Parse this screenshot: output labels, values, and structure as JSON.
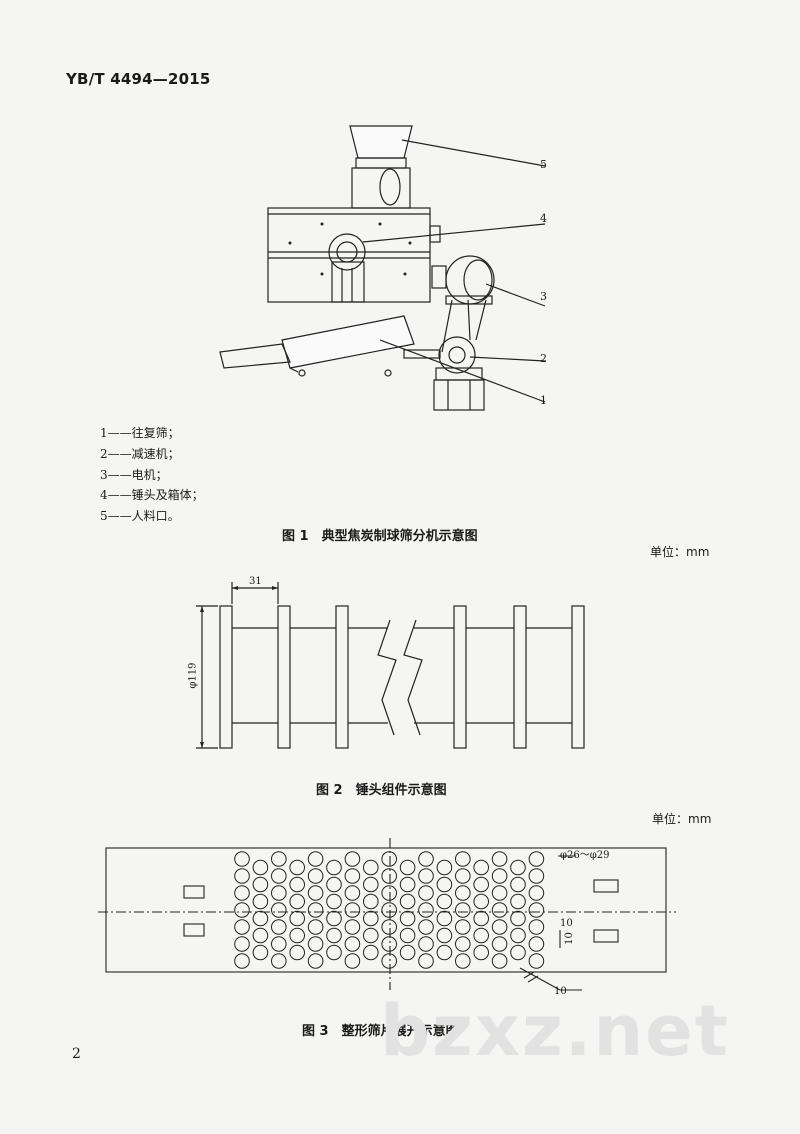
{
  "header": {
    "standard_code": "YB/T 4494—2015"
  },
  "figure1": {
    "callouts": [
      "5",
      "4",
      "3",
      "2",
      "1"
    ],
    "legend": [
      "1——往复筛；",
      "2——减速机；",
      "3——电机；",
      "4——锤头及箱体；",
      "5——人料口。"
    ],
    "caption": "图 1　典型焦炭制球筛分机示意图"
  },
  "figure2": {
    "unit": "单位：mm",
    "dim_top": "31",
    "dim_left": "φ119",
    "caption": "图 2　锤头组件示意图"
  },
  "figure3": {
    "unit": "单位：mm",
    "dim_hole": "φ26～φ29",
    "dim_a": "10",
    "dim_b": "10",
    "dim_c": "10",
    "caption": "图 3　整形筛片展开示意图"
  },
  "page_number": "2",
  "watermark": "bzxz.net"
}
